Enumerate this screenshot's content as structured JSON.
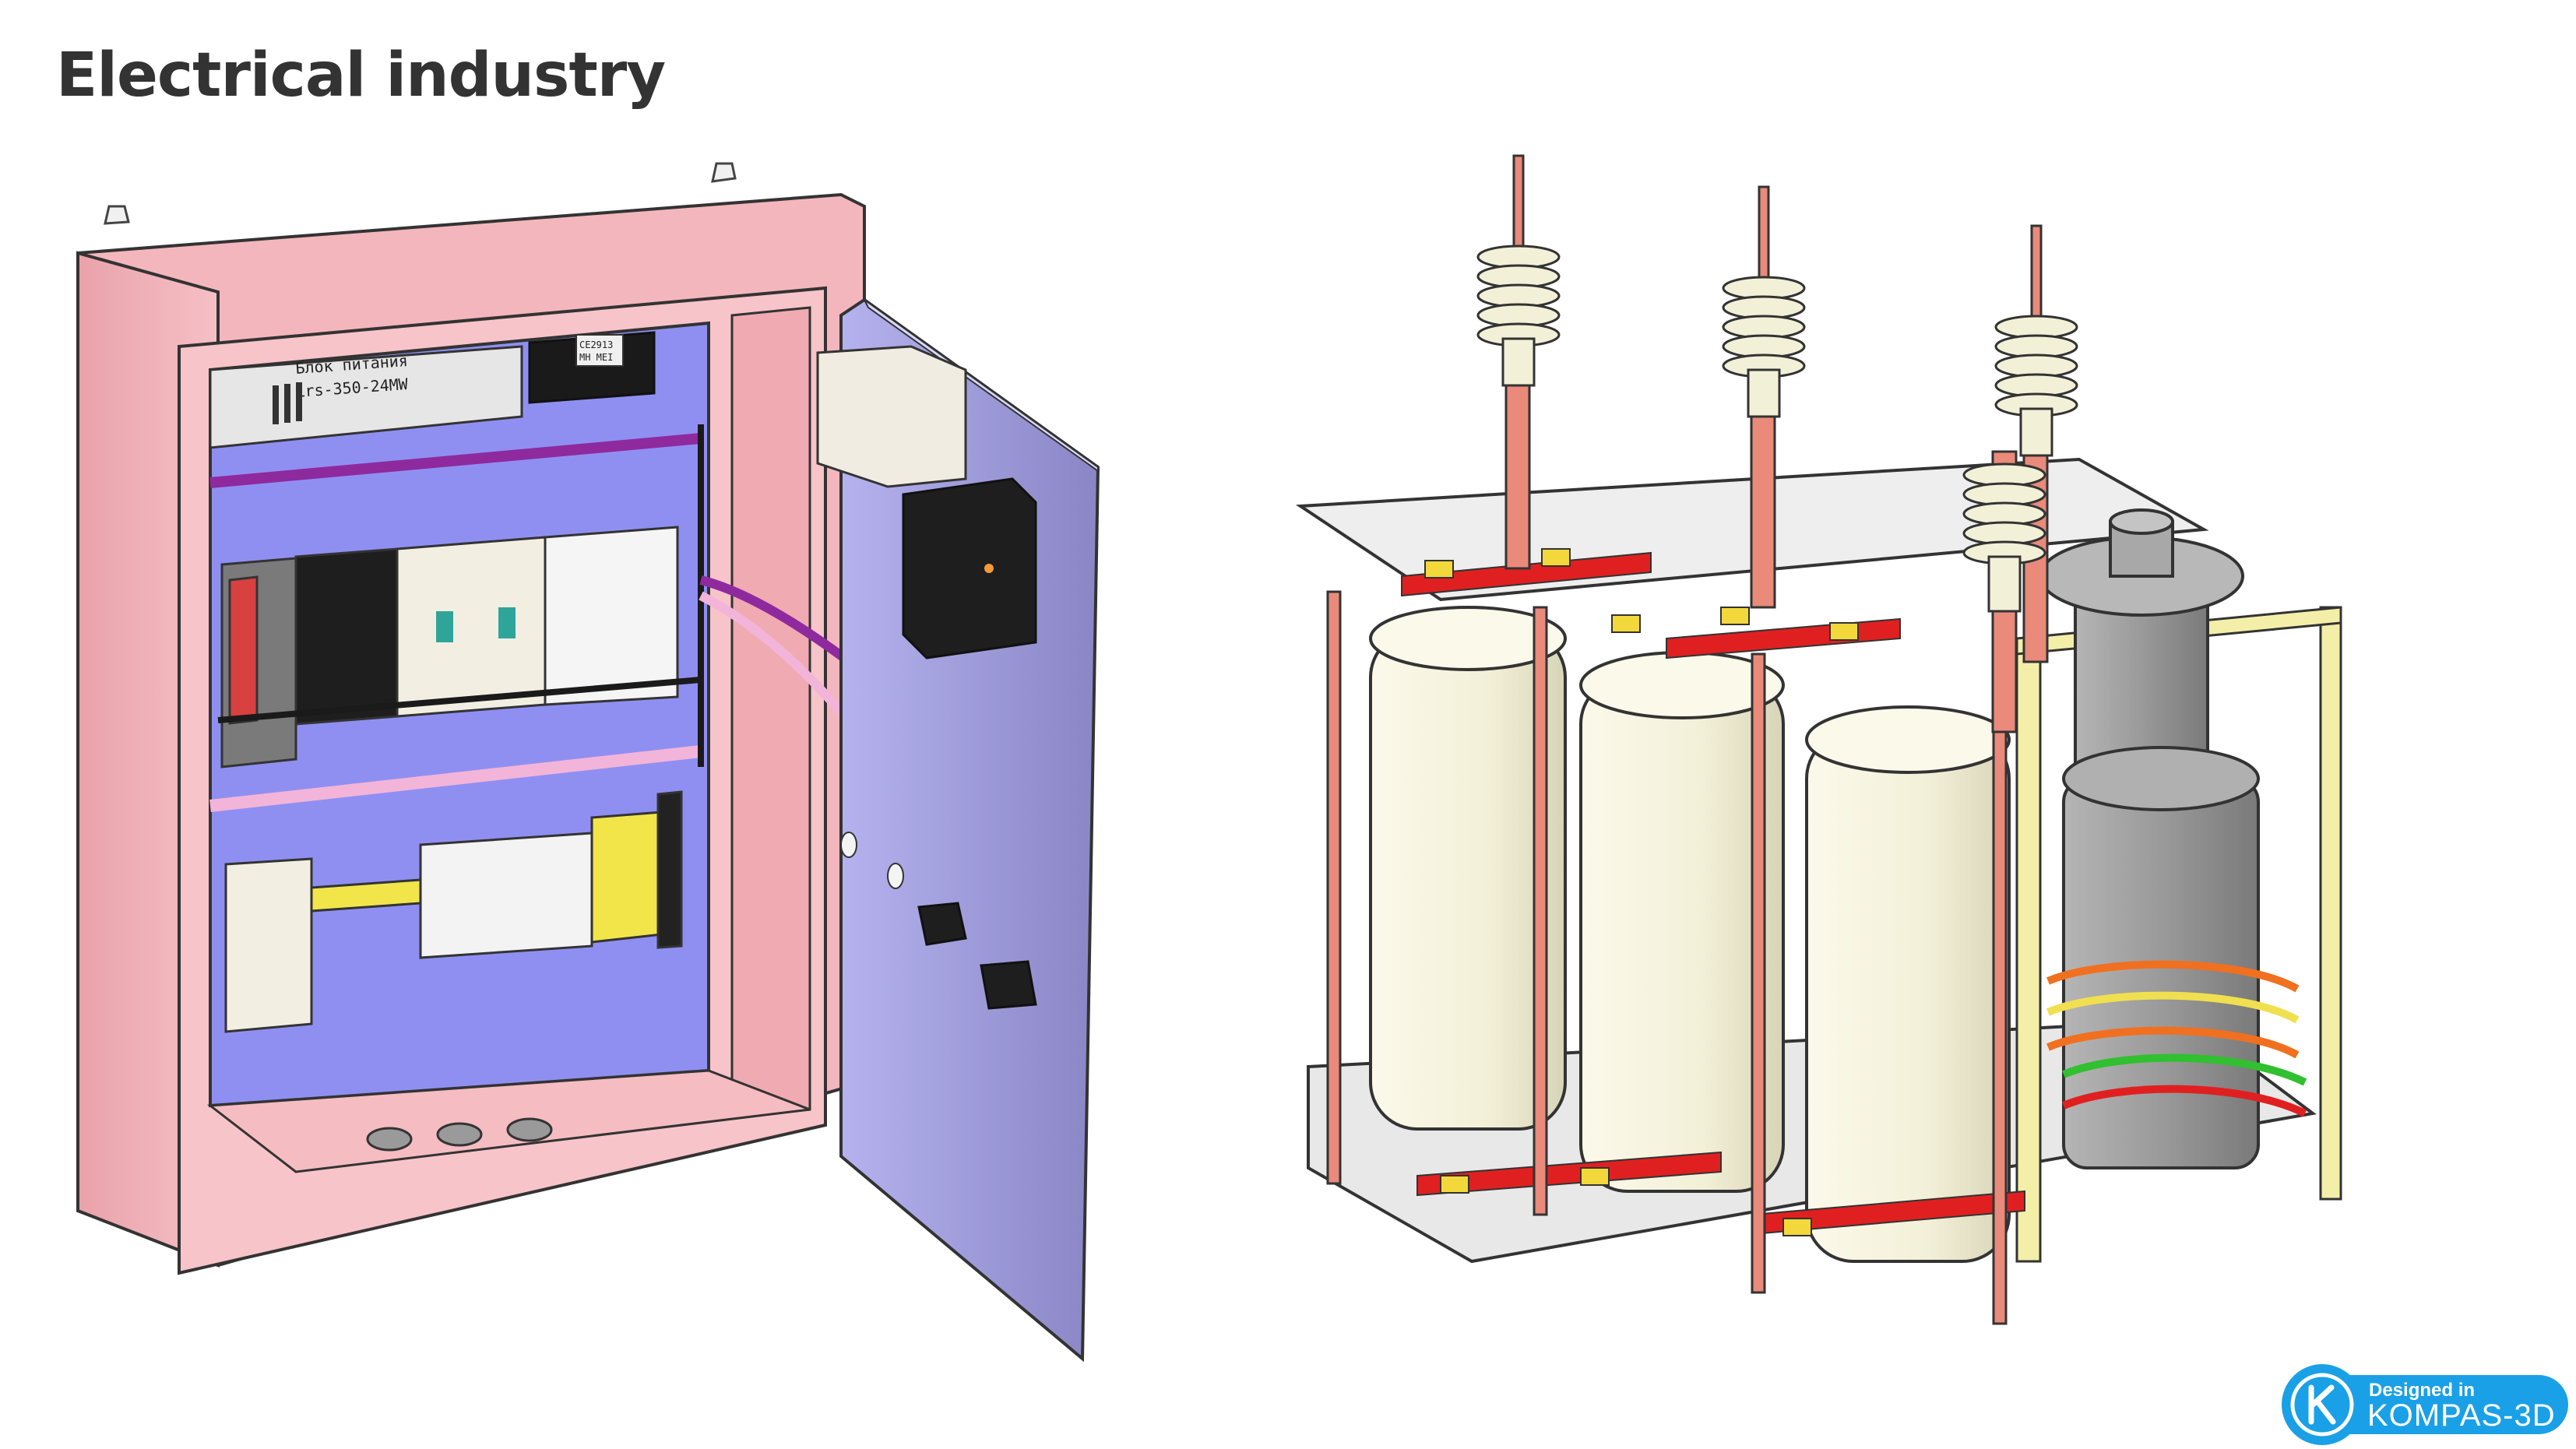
{
  "page": {
    "title": "Electrical industry"
  },
  "cabinet": {
    "psu_label_line1": "Блок питания",
    "psu_label_line2": "Lrs-350-24MW",
    "relay_label_line1": "CE2913",
    "relay_label_line2": "MH MEI",
    "colors": {
      "body": "#f4b6bd",
      "interior": "#8f8ff2",
      "door": "#9b97d8",
      "wire_purple": "#8e2a9e",
      "wire_pink": "#f2b4d8"
    }
  },
  "transformer": {
    "colors": {
      "coil": "#f3f0d8",
      "frame": "#e8e8e8",
      "busbar": "#e02020",
      "rod": "#e98a7a",
      "tank": "#9a9a9a"
    }
  },
  "badge": {
    "line1": "Designed in",
    "line2": "KOMPAS-3D",
    "color": "#1aa0e6"
  }
}
